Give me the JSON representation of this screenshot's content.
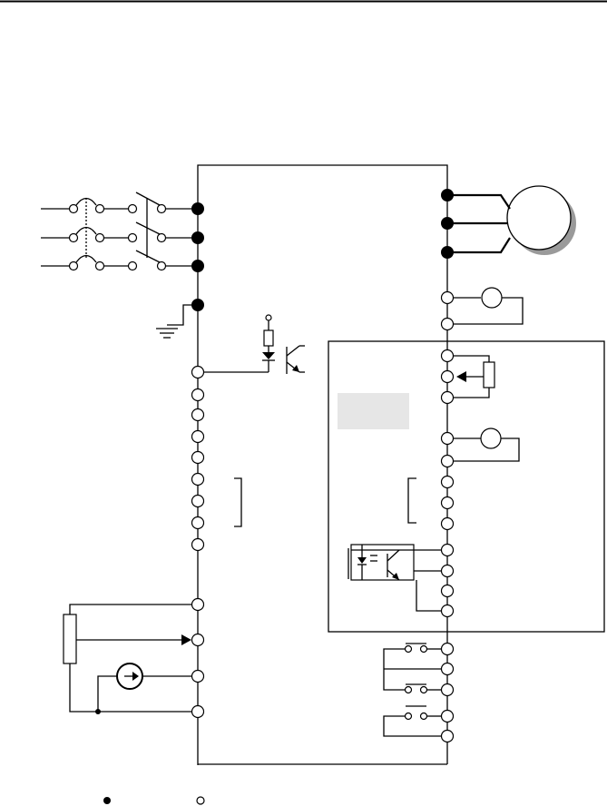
{
  "diagram": {
    "kind": "inverter wiring diagram",
    "colors": {
      "wire": "#000000",
      "terminal_fill": "#ffffff",
      "main_terminal_fill": "#000000",
      "motor_shadow": "#9a9a9a",
      "shaded_box": "#e6e6e6"
    },
    "legend": {
      "main_circuit_symbol": "filled-dot",
      "control_circuit_symbol": "open-circle"
    }
  }
}
